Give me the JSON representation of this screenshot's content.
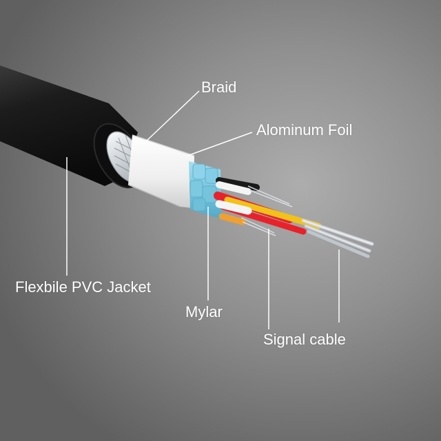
{
  "labels": {
    "braid": "Braid",
    "foil": "Alominum Foil",
    "jacket": "Flexbile PVC Jacket",
    "mylar": "Mylar",
    "signal": "Signal cable"
  },
  "colors": {
    "jacket": "#151515",
    "foil": "#f2f2f2",
    "mylar": "#7cc9e0",
    "wire_red": "#e8222a",
    "wire_yellow": "#f2c21b",
    "wire_orange": "#f0a030",
    "wire_white": "#f4f4f4",
    "wire_black": "#1a1a1a",
    "conductor": "#d8dde2",
    "leader_line": "#ffffff"
  }
}
